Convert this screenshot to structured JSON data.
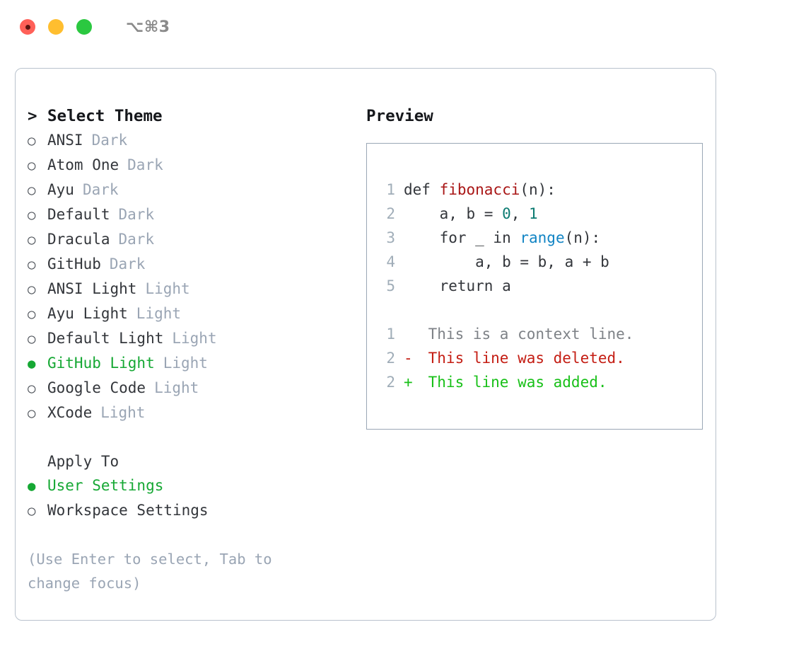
{
  "titlebar": {
    "shortcut": "⌥⌘3",
    "lights": [
      "close-red",
      "minimize-yellow",
      "maximize-green"
    ]
  },
  "theme_picker": {
    "heading": "Select Theme",
    "caret": ">",
    "marker_unselected": "○",
    "marker_selected": "●",
    "options": [
      {
        "label": "ANSI",
        "badge": "Dark",
        "selected": false
      },
      {
        "label": "Atom One",
        "badge": "Dark",
        "selected": false
      },
      {
        "label": "Ayu",
        "badge": "Dark",
        "selected": false
      },
      {
        "label": "Default",
        "badge": "Dark",
        "selected": false
      },
      {
        "label": "Dracula",
        "badge": "Dark",
        "selected": false
      },
      {
        "label": "GitHub",
        "badge": "Dark",
        "selected": false
      },
      {
        "label": "ANSI Light",
        "badge": "Light",
        "selected": false
      },
      {
        "label": "Ayu Light",
        "badge": "Light",
        "selected": false
      },
      {
        "label": "Default Light",
        "badge": "Light",
        "selected": false
      },
      {
        "label": "GitHub Light",
        "badge": "Light",
        "selected": true
      },
      {
        "label": "Google Code",
        "badge": "Light",
        "selected": false
      },
      {
        "label": "XCode",
        "badge": "Light",
        "selected": false
      }
    ]
  },
  "apply_to": {
    "heading": "Apply To",
    "options": [
      {
        "label": "User Settings",
        "selected": true
      },
      {
        "label": "Workspace Settings",
        "selected": false
      }
    ]
  },
  "hint": "(Use Enter to select, Tab to change focus)",
  "preview": {
    "title": "Preview",
    "code_lines": [
      {
        "no": "1",
        "tokens": [
          {
            "t": "def ",
            "c": "tok-def"
          },
          {
            "t": "fibonacci",
            "c": "tok-fn"
          },
          {
            "t": "(n):",
            "c": "tok-plain"
          }
        ]
      },
      {
        "no": "2",
        "tokens": [
          {
            "t": "    a, b = ",
            "c": "tok-plain"
          },
          {
            "t": "0",
            "c": "tok-num"
          },
          {
            "t": ", ",
            "c": "tok-plain"
          },
          {
            "t": "1",
            "c": "tok-num"
          }
        ]
      },
      {
        "no": "3",
        "tokens": [
          {
            "t": "    for _ in ",
            "c": "tok-kw"
          },
          {
            "t": "range",
            "c": "tok-call"
          },
          {
            "t": "(n):",
            "c": "tok-plain"
          }
        ]
      },
      {
        "no": "4",
        "tokens": [
          {
            "t": "        a, b = b, a + b",
            "c": "tok-plain"
          }
        ]
      },
      {
        "no": "5",
        "tokens": [
          {
            "t": "    return a",
            "c": "tok-plain"
          }
        ]
      }
    ],
    "diff_lines": [
      {
        "no": "1",
        "sign": " ",
        "text": " This is a context line.",
        "kind": "d-context"
      },
      {
        "no": "2",
        "sign": "-",
        "text": " This line was deleted.",
        "kind": "d-del"
      },
      {
        "no": "2",
        "sign": "+",
        "text": " This line was added.",
        "kind": "d-add"
      }
    ]
  },
  "colors": {
    "accent_green": "#16a834",
    "muted": "#9aa5b4",
    "text": "#33363b",
    "border": "#b9c2cd",
    "panel_border": "#9aa7b5",
    "diff_add": "#18c018",
    "diff_del": "#c41d13",
    "fn_red": "#a91616",
    "num_teal": "#0c7b72",
    "call_blue": "#1184c4"
  }
}
